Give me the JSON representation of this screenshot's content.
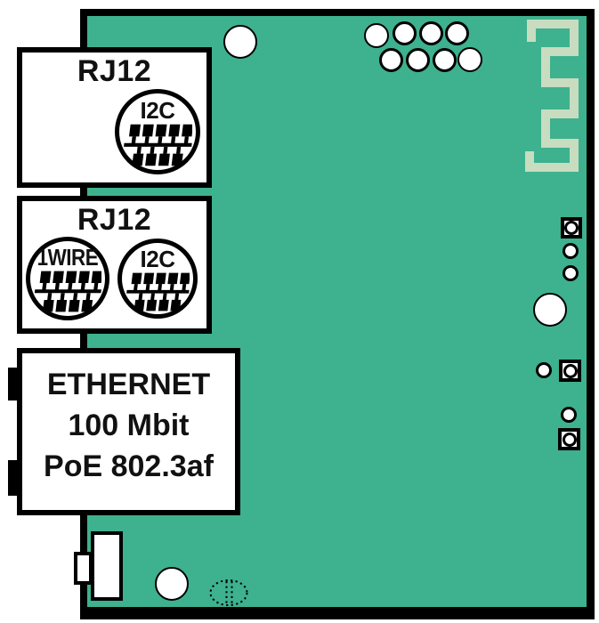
{
  "colors": {
    "board_green": "#3eb18f",
    "antenna_trace": "#c8dcc0",
    "outline": "#000000",
    "background": "#ffffff"
  },
  "icons": {
    "antenna": "meander-antenna-icon",
    "bus": "bus-pins-icon",
    "hidden_component": "dotted-outline-component-icon"
  },
  "ports": {
    "rj12_top": {
      "title": "RJ12",
      "badges": [
        {
          "label": "I2C"
        }
      ]
    },
    "rj12_bottom": {
      "title": "RJ12",
      "badges": [
        {
          "label": "1WIRE"
        },
        {
          "label": "I2C"
        }
      ]
    },
    "ethernet": {
      "title_lines": [
        "ETHERNET",
        "100 Mbit",
        "PoE 802.3af"
      ]
    }
  }
}
